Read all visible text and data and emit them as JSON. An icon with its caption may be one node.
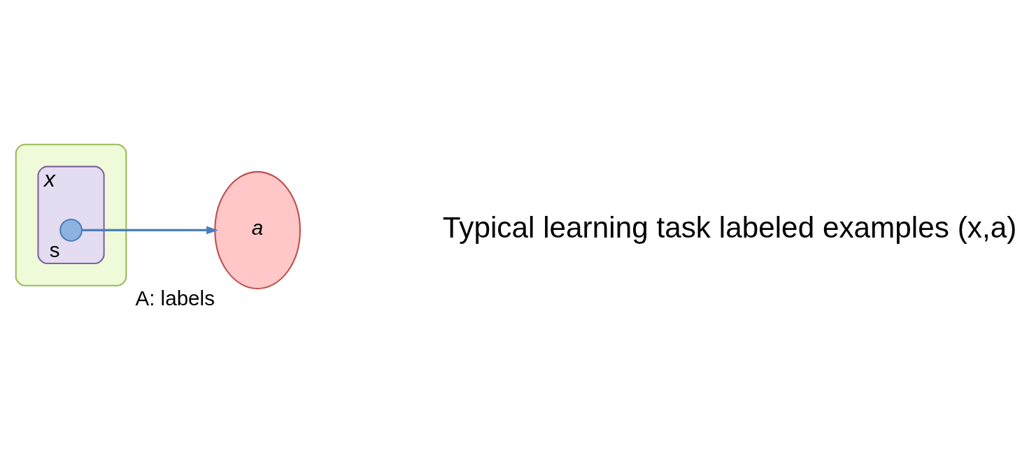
{
  "diagram": {
    "nodes": [
      {
        "text": [],
        "shape": "ellipse"
      },
      {
        "text": [
          "x"
        ],
        "in": 0
      },
      {
        "text": [],
        "shape": "circle",
        "beside": [
          "s"
        ],
        "in": 1
      },
      {
        "text": [
          "a"
        ],
        "beside": [
          "A: labels"
        ]
      }
    ],
    "edges": [
      {
        "from": 2,
        "to": 3,
        "arrow": "to"
      }
    ],
    "labels": [
      "Typical learning task labeled examples (x,a)"
    ]
  }
}
